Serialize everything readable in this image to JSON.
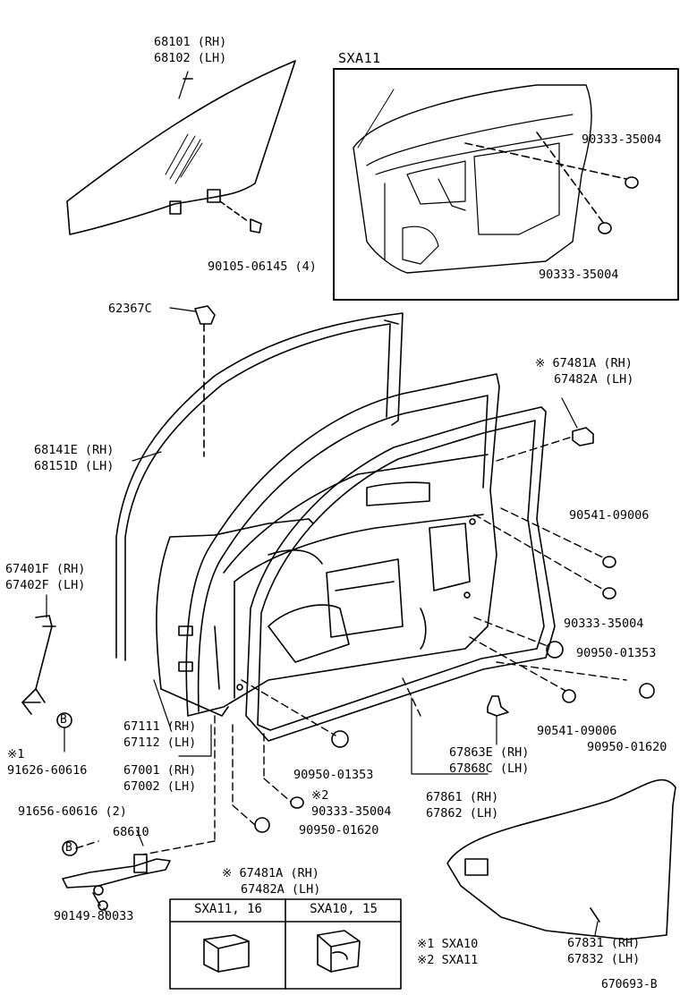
{
  "figure_ref": "670693-B",
  "inset": {
    "title": "SXA11",
    "parts": [
      "90333-35004",
      "90333-35004"
    ]
  },
  "callouts": {
    "door_glass": [
      "68101 (RH)",
      "68102 (LH)"
    ],
    "glass_bolt": "90105-06145 (4)",
    "clip": "62367C",
    "weatherstrip_top": {
      "mark": "※",
      "lines": [
        "67481A (RH)",
        "67482A (LH)"
      ]
    },
    "run_channel": [
      "68141E (RH)",
      "68151D (LH)"
    ],
    "hinge": [
      "67401F (RH)",
      "67402F (LH)"
    ],
    "plug_1": "90541-09006",
    "plug_2": "90333-35004",
    "plug_3": "90950-01353",
    "panel": [
      "67111 (RH)",
      "67112 (LH)"
    ],
    "hole_plug_mark": "※1",
    "hole_plug": "91626-60616",
    "door_assy": [
      "67001 (RH)",
      "67002 (LH)"
    ],
    "plug_4": "90950-01353",
    "plug_5_mark": "※2",
    "plug_5": "90333-35004",
    "plug_6": "90950-01620",
    "plug_7": "90541-09006",
    "plug_8": "90950-01620",
    "clip_2": [
      "67863E (RH)",
      "67868C (LH)"
    ],
    "weatherstrip": [
      "67861 (RH)",
      "67862 (LH)"
    ],
    "check_bolt": "91656-60616 (2)",
    "door_check": "68610",
    "check_screw": "90149-80033",
    "weatherstrip_bottom": {
      "mark": "※",
      "lines": [
        "67481A (RH)",
        "67482A (LH)"
      ]
    },
    "service_hole_cover": [
      "67831 (RH)",
      "67832 (LH)"
    ]
  },
  "table": {
    "headers": [
      "SXA11, 16",
      "SXA10, 15"
    ]
  },
  "notes": [
    {
      "mark": "※1",
      "text": "SXA10"
    },
    {
      "mark": "※2",
      "text": "SXA11"
    }
  ]
}
